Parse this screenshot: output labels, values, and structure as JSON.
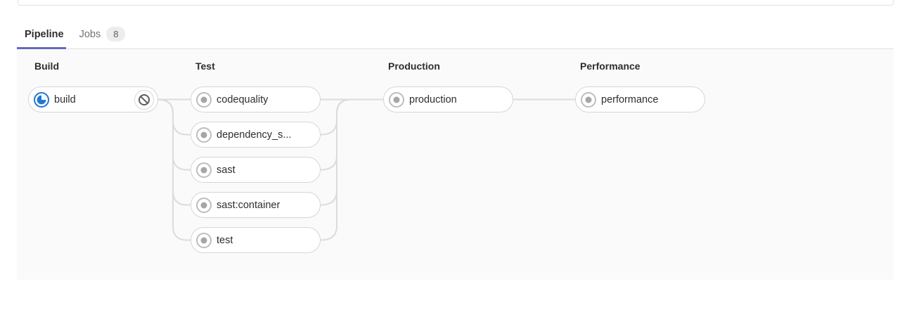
{
  "tabs": {
    "items": [
      {
        "label": "Pipeline",
        "active": true
      },
      {
        "label": "Jobs",
        "badge": "8"
      }
    ]
  },
  "pipeline": {
    "stages": [
      {
        "title": "Build",
        "jobs": [
          {
            "name": "build",
            "status": "running",
            "icon": "running-icon",
            "action": {
              "name": "cancel",
              "icon": "cancel-icon"
            }
          }
        ]
      },
      {
        "title": "Test",
        "jobs": [
          {
            "name": "codequality",
            "status": "created",
            "icon": "created-icon"
          },
          {
            "name": "dependency_s...",
            "status": "created",
            "icon": "created-icon"
          },
          {
            "name": "sast",
            "status": "created",
            "icon": "created-icon"
          },
          {
            "name": "sast:container",
            "status": "created",
            "icon": "created-icon"
          },
          {
            "name": "test",
            "status": "created",
            "icon": "created-icon"
          }
        ]
      },
      {
        "title": "Production",
        "jobs": [
          {
            "name": "production",
            "status": "created",
            "icon": "created-icon"
          }
        ]
      },
      {
        "title": "Performance",
        "jobs": [
          {
            "name": "performance",
            "status": "created",
            "icon": "created-icon"
          }
        ]
      }
    ]
  },
  "colors": {
    "active_tab_underline": "#6666c4",
    "status_running": "#1f78d1",
    "status_created_ring": "#bdbdbd",
    "status_created_dot": "#a6a6a6",
    "connector_line": "#dcdcdc",
    "graph_background": "#fafafa",
    "pill_border": "#d6d6d6"
  }
}
